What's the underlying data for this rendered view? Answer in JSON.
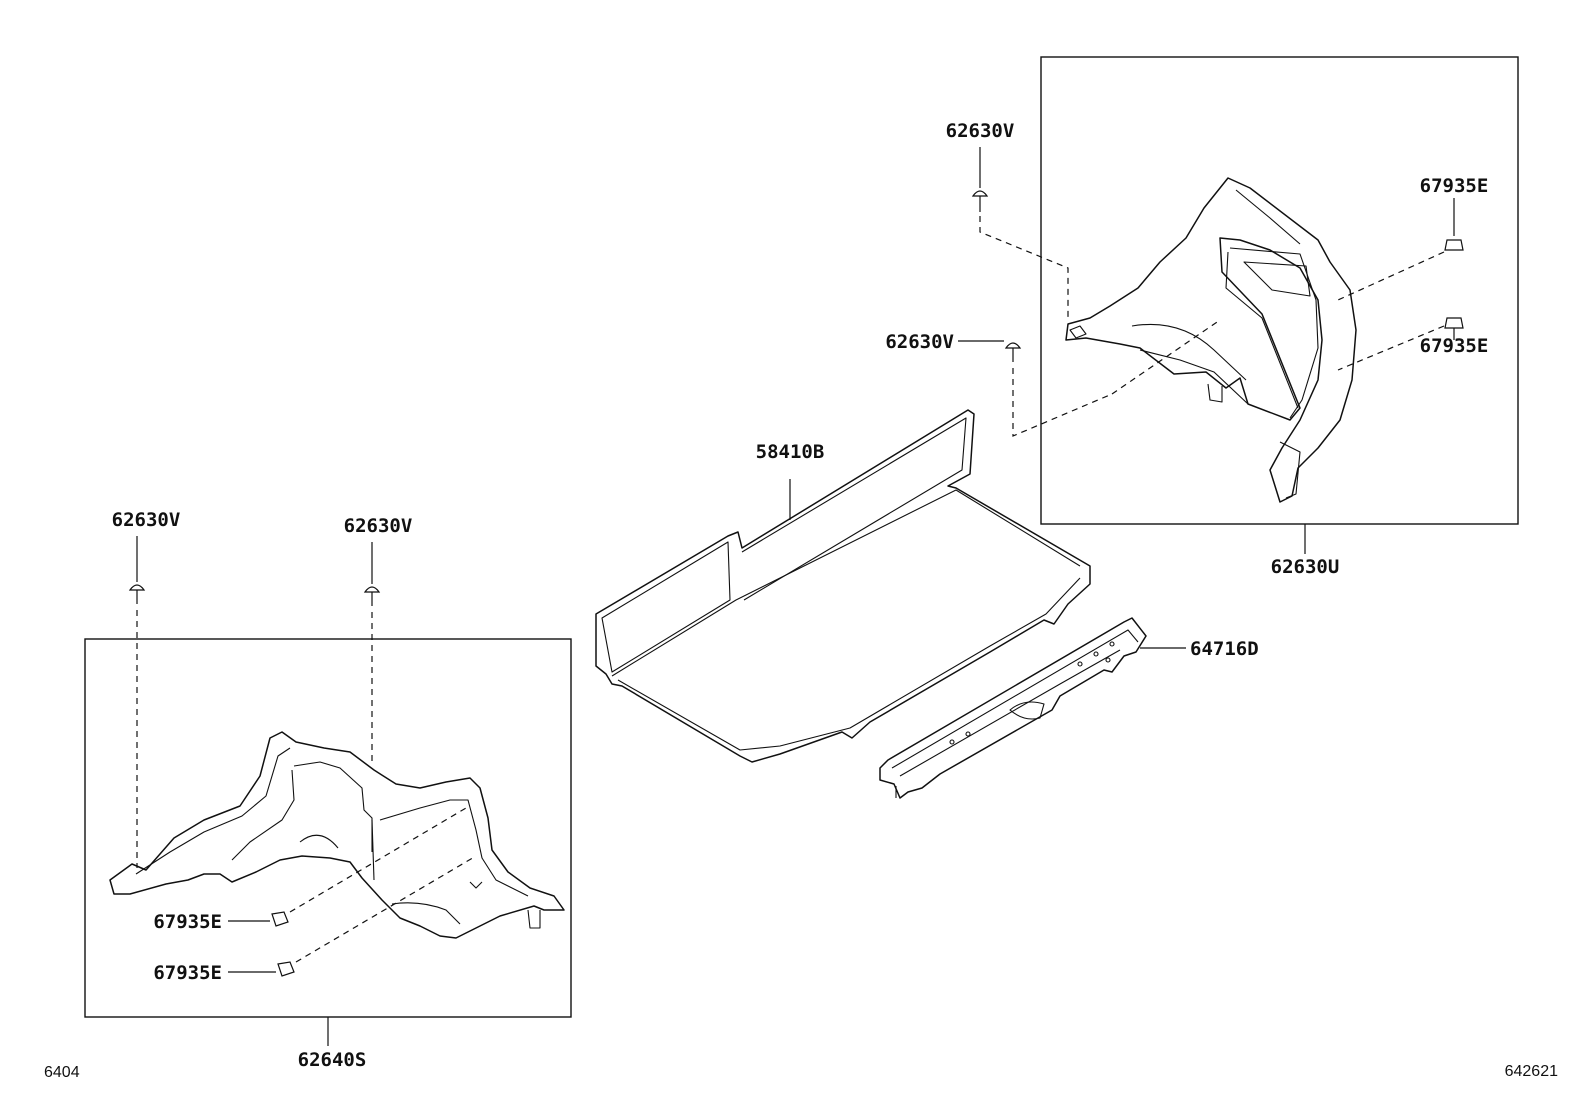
{
  "callouts": {
    "clip_top_center": "62630V",
    "clip_mid_center": "62630V",
    "nut_right_upper": "67935E",
    "nut_right_lower": "67935E",
    "trim_right_assy": "62630U",
    "tonneau_cover": "58410B",
    "sill_plate": "64716D",
    "clip_left_a": "62630V",
    "clip_left_b": "62630V",
    "nut_left_upper": "67935E",
    "nut_left_lower": "67935E",
    "trim_left_assy": "62640S"
  },
  "footer": {
    "left_code": "6404",
    "right_code": "642621"
  }
}
